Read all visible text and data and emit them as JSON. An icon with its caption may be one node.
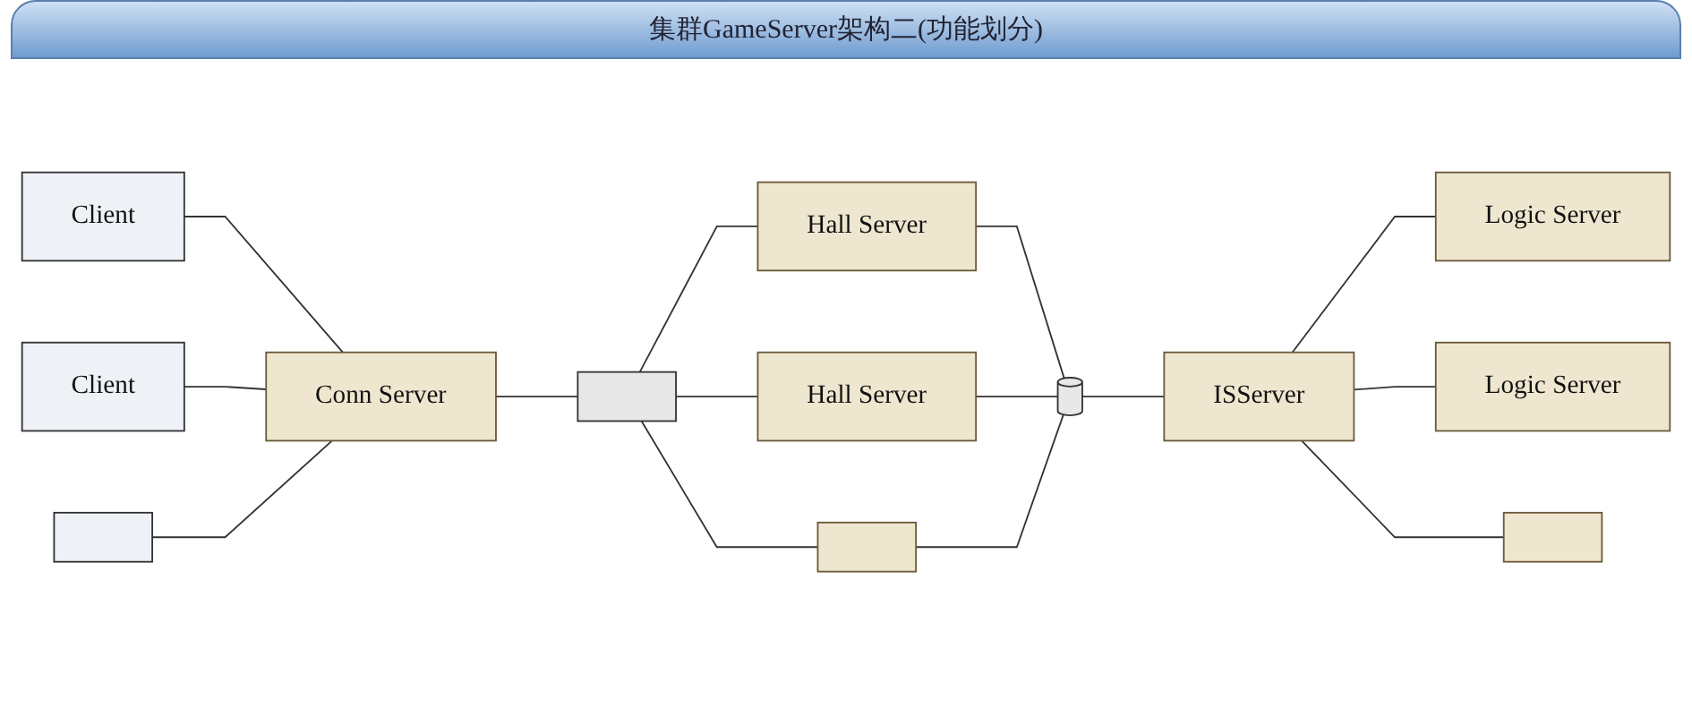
{
  "diagram": {
    "title": "集群GameServer架构二(功能划分)",
    "nodes": [
      {
        "text": [
          "Client"
        ]
      },
      {
        "text": [
          "Client"
        ]
      },
      {
        "text": [],
        "shape": "box"
      },
      {
        "text": [
          "Conn Server"
        ]
      },
      {
        "text": [],
        "shape": "box"
      },
      {
        "text": [
          "Hall Server"
        ]
      },
      {
        "text": [
          "Hall Server"
        ]
      },
      {
        "text": [],
        "shape": "box"
      },
      {
        "text": [],
        "shape": "cylinder"
      },
      {
        "text": [
          "ISServer"
        ]
      },
      {
        "text": [
          "Logic Server"
        ]
      },
      {
        "text": [
          "Logic Server"
        ]
      },
      {
        "text": [],
        "shape": "box"
      }
    ],
    "edges": [
      {
        "from": 0,
        "to": 3,
        "arrow": "none"
      },
      {
        "from": 1,
        "to": 3,
        "arrow": "none"
      },
      {
        "from": 2,
        "to": 3,
        "arrow": "none"
      },
      {
        "from": 3,
        "to": 4,
        "arrow": "none"
      },
      {
        "from": 4,
        "to": 5,
        "arrow": "none"
      },
      {
        "from": 4,
        "to": 6,
        "arrow": "none"
      },
      {
        "from": 4,
        "to": 7,
        "arrow": "none"
      },
      {
        "from": 5,
        "to": 8,
        "arrow": "none"
      },
      {
        "from": 6,
        "to": 8,
        "arrow": "none"
      },
      {
        "from": 7,
        "to": 8,
        "arrow": "none"
      },
      {
        "from": 8,
        "to": 9,
        "arrow": "none"
      },
      {
        "from": 9,
        "to": 10,
        "arrow": "none"
      },
      {
        "from": 9,
        "to": 11,
        "arrow": "none"
      },
      {
        "from": 9,
        "to": 12,
        "arrow": "none"
      }
    ]
  }
}
